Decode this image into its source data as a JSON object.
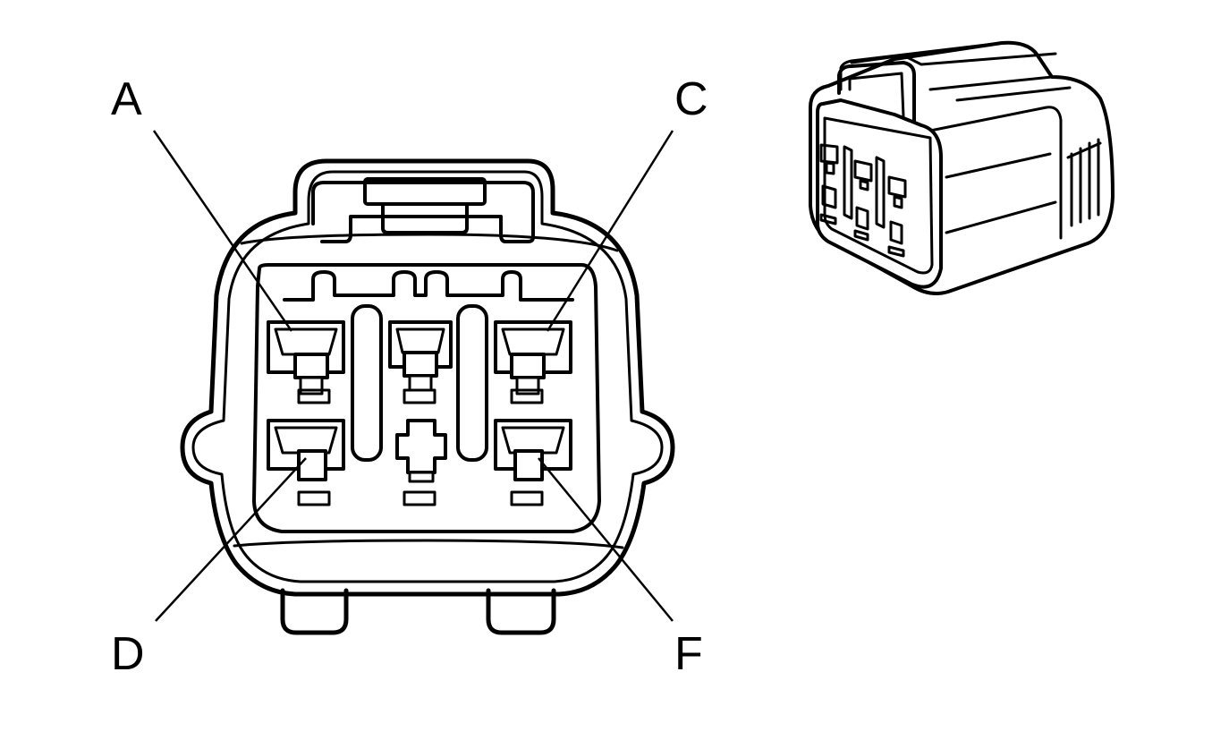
{
  "labels": {
    "pin_a": "A",
    "pin_c": "C",
    "pin_d": "D",
    "pin_f": "F"
  },
  "colors": {
    "line": "#000000",
    "background": "#ffffff"
  }
}
